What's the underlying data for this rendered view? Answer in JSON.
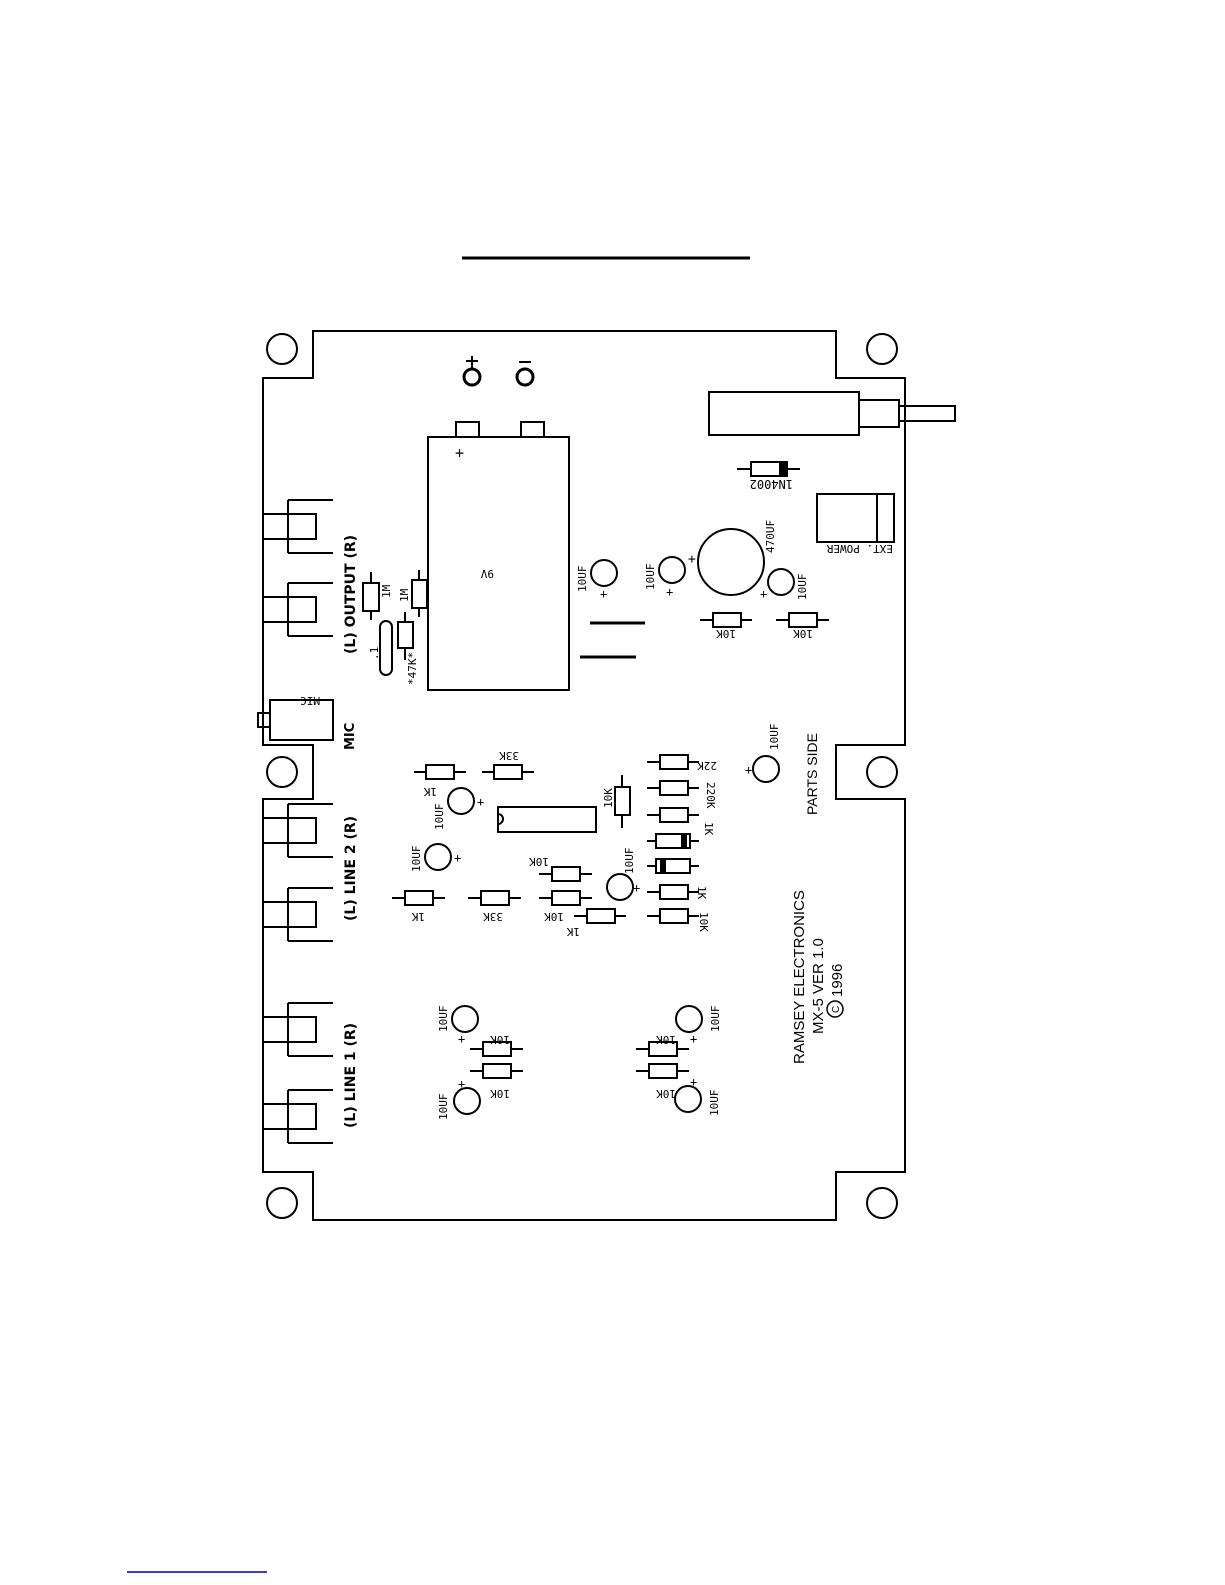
{
  "labels": {
    "battery": "9V",
    "output": "(L) OUTPUT (R)",
    "mic_jack": "MIC",
    "mic_label": "MIC",
    "line2": "(L) LINE 2 (R)",
    "line1": "(L) LINE 1 (R)",
    "parts_side": "PARTS SIDE",
    "diode_1n4002": "1N4002",
    "jack_ext_power": "EXT. POWER",
    "cap_470uf": "470UF",
    "brand_line1": "RAMSEY ELECTRONICS",
    "brand_line2": "MX-5 VER 1.0",
    "brand_line3": "1996",
    "copyright_symbol": "C",
    "plus": "+",
    "minus": "-"
  },
  "components": {
    "r_1m_a": "1M",
    "r_1m_b": "1M",
    "c_point1": ".1",
    "r_47k": "*47K*",
    "c_10uf_a": "10UF",
    "c_10uf_b": "10UF",
    "c_10uf_c": "10UF",
    "r_10k_a": "10K",
    "r_10k_b": "10K",
    "c_10uf_d": "10UF",
    "r_1k_a": "1K",
    "r_33k_a": "33K",
    "c_10uf_e": "10UF",
    "r_10k_c": "10K",
    "r_22k": "22K",
    "r_220k": "220K",
    "r_1k_b": "1K",
    "c_10uf_f": "10UF",
    "r_10k_d": "10K",
    "c_10uf_g": "10UF",
    "r_1k_c": "1K",
    "r_33k_b": "33K",
    "r_10k_e": "10K",
    "r_1k_d": "1K",
    "r_1k_e": "1K",
    "r_10k_f": "10K",
    "c_10uf_h": "10UF",
    "r_10k_g": "10K",
    "r_10k_h": "10K",
    "c_10uf_i": "10UF",
    "c_10uf_j": "10UF",
    "r_10k_i": "10K",
    "r_10k_j": "10K",
    "c_10uf_k": "10UF"
  }
}
